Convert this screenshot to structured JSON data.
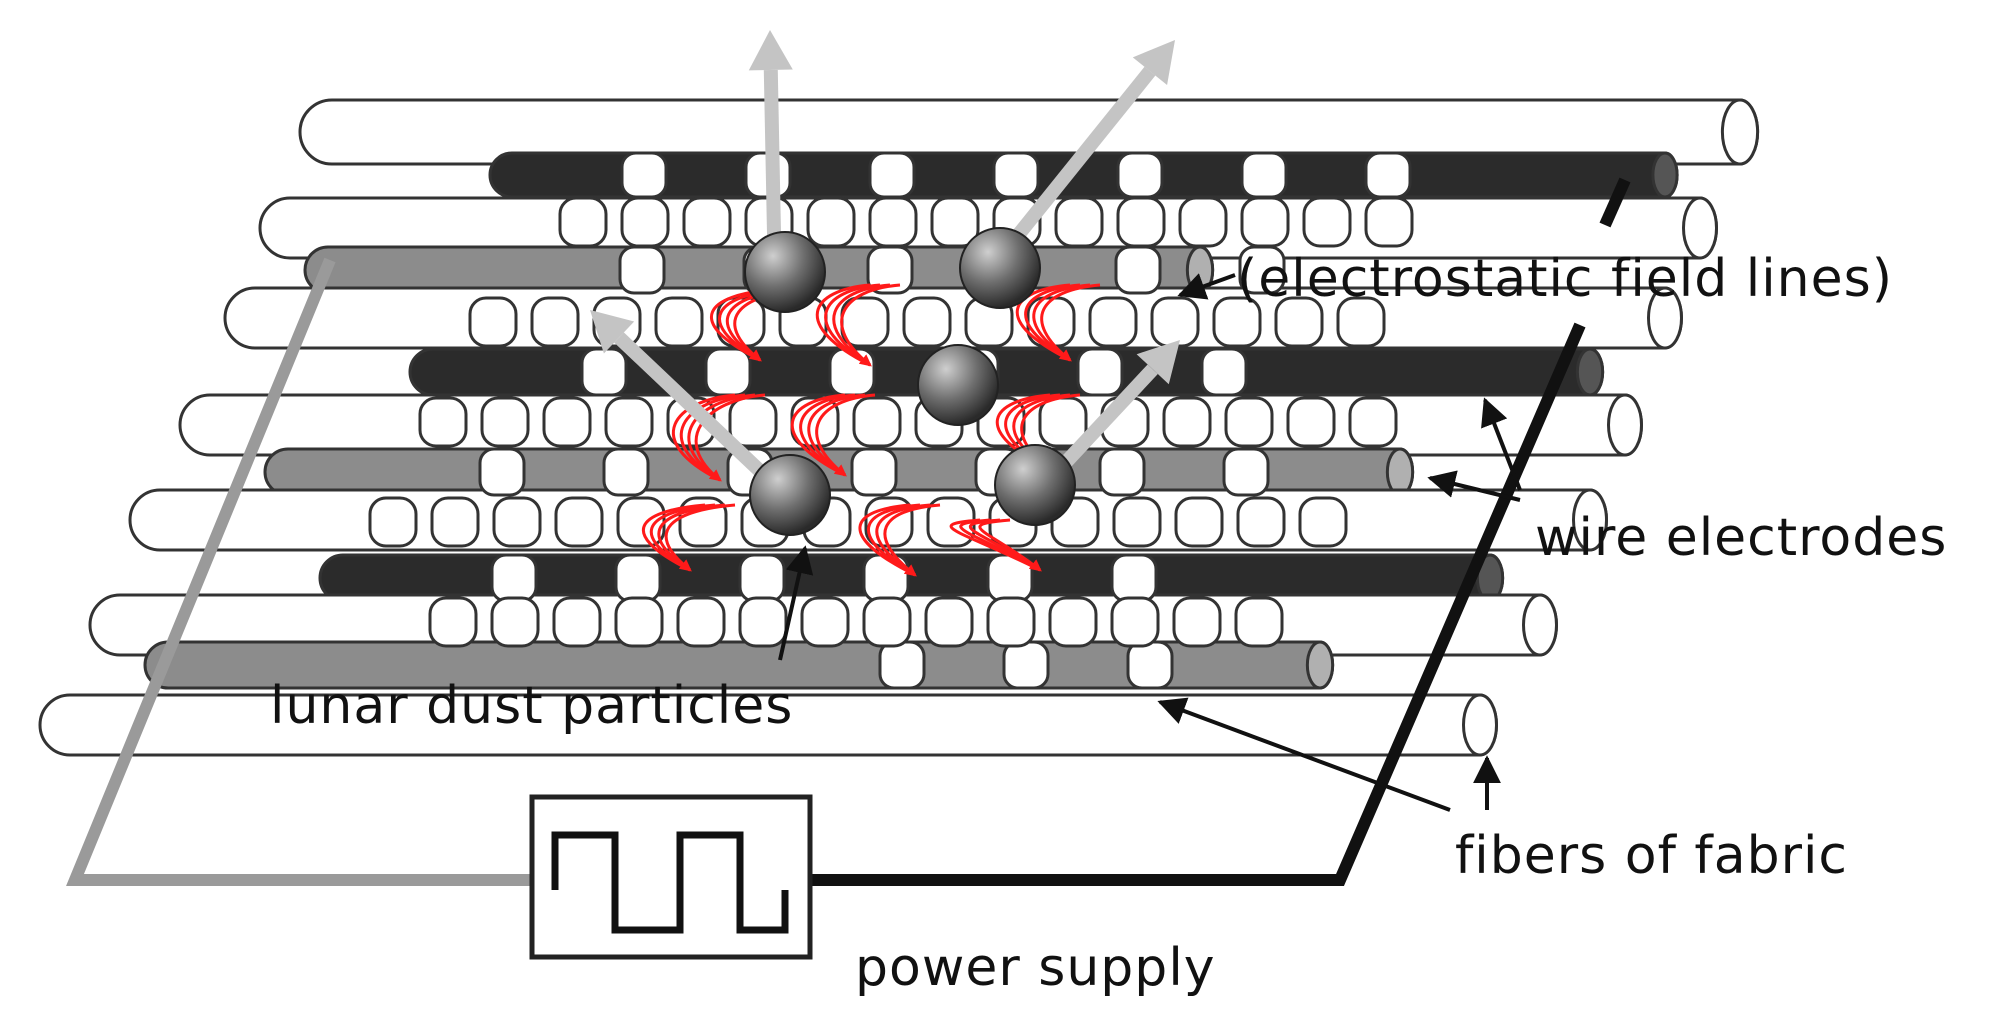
{
  "labels": {
    "field_lines": "(electrostatic field lines)",
    "wire_electrodes": "wire electrodes",
    "dust_particles": "lunar dust particles",
    "fibers": "fibers of fabric",
    "power_supply": "power supply"
  },
  "colors": {
    "wire_dark": "#2b2b2b",
    "wire_gray": "#8c8c8c",
    "fiber_white": "#ffffff",
    "outline": "#333333",
    "field_line": "#ff1a1a",
    "particle": "#6e6e6e",
    "motion_arrow": "#c4c4c4",
    "lead_dark": "#111111",
    "lead_gray": "#9a9a9a"
  },
  "icons": {
    "power_supply": "square-wave-icon",
    "particle": "sphere-icon"
  }
}
